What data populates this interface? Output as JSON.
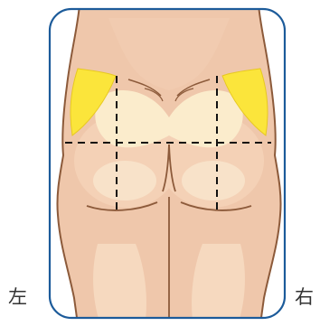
{
  "labels": {
    "left": "左",
    "right": "右"
  },
  "colors": {
    "frame": "#1c5b9a",
    "skin_base": "#efc7ab",
    "skin_mid": "#f4d1b6",
    "skin_light": "#f8e2c9",
    "skin_outline": "#8c5a3a",
    "highlight": "#fbeccc",
    "marker": "#fbe53b",
    "marker_edge": "#e7c820",
    "guide_line": "#111111"
  },
  "icons": {
    "figure": "lower-back-and-buttocks-figure",
    "marked_areas": "yellow-flank-regions"
  }
}
